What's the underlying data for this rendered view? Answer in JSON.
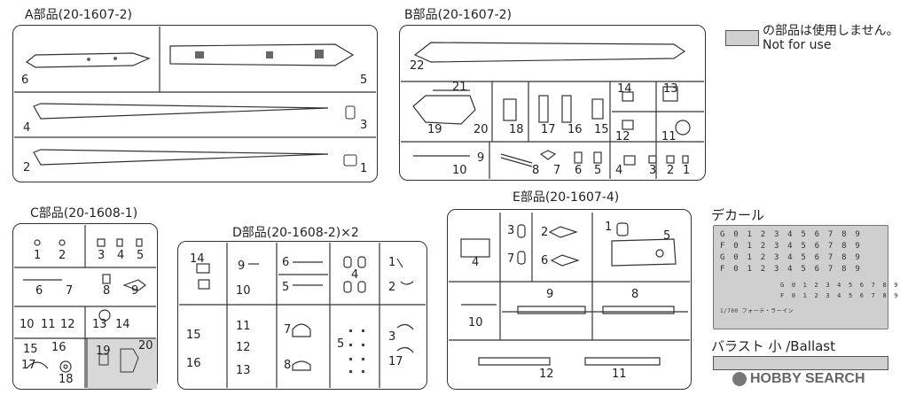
{
  "legend": {
    "label_jp": "の部品は使用しません。",
    "label_en": "Not for use",
    "swatch_color": "#cfcfcf"
  },
  "sprue_a": {
    "title": "A部品(20-1607-2)",
    "parts": [
      "6",
      "5",
      "4",
      "3",
      "2",
      "1"
    ]
  },
  "sprue_b": {
    "title": "B部品(20-1607-2)",
    "parts": [
      "22",
      "21",
      "19",
      "20",
      "18",
      "17",
      "16",
      "15",
      "14",
      "13",
      "12",
      "11",
      "10",
      "9",
      "8",
      "7",
      "6",
      "5",
      "4",
      "3",
      "2",
      "1"
    ]
  },
  "sprue_c": {
    "title": "C部品(20-1608-1)",
    "parts": [
      "1",
      "2",
      "3",
      "4",
      "5",
      "6",
      "7",
      "8",
      "9",
      "10",
      "11",
      "12",
      "13",
      "14",
      "15",
      "16",
      "17",
      "18",
      "19",
      "20"
    ]
  },
  "sprue_d": {
    "title": "D部品(20-1608-2)×2",
    "parts": [
      "14",
      "9",
      "10",
      "6",
      "5",
      "4",
      "1",
      "2",
      "15",
      "11",
      "12",
      "13",
      "7",
      "16",
      "8",
      "3",
      "17"
    ]
  },
  "sprue_e": {
    "title": "E部品(20-1607-4)",
    "parts": [
      "3",
      "2",
      "1",
      "5",
      "4",
      "7",
      "6",
      "10",
      "9",
      "8",
      "12",
      "11"
    ]
  },
  "decal": {
    "title": "デカール",
    "rows": [
      "G 0 1 2 3 4 5 6 7 8 9",
      "F 0 1 2 3 4 5 6 7 8 9",
      "G 0 1 2 3 4 5 6 7 8 9",
      "F 0 1 2 3 4 5 6 7 8 9"
    ],
    "rows_right": [
      "G 0 1 2 3 4 5 6 7 8 9",
      "F 0 1 2 3 4 5 6 7 8 9"
    ],
    "caption": "1/700 フォーテ・ラーイン"
  },
  "ballast": {
    "title": "バラスト 小 /Ballast"
  },
  "watermark": {
    "text": "HOBBY SEARCH",
    "icon": "hobby-search-logo-icon"
  }
}
